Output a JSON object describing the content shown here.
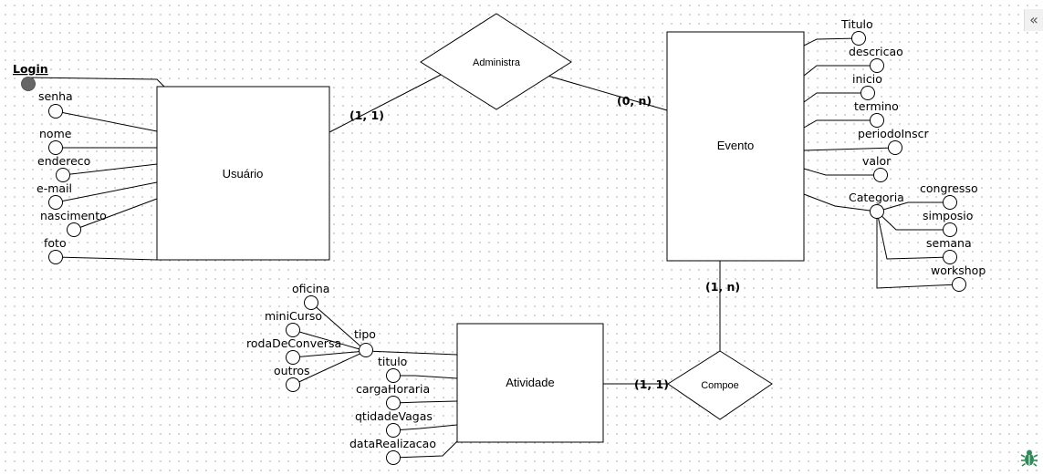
{
  "entities": {
    "usuario": "Usuário",
    "evento": "Evento",
    "atividade": "Atividade"
  },
  "relationships": {
    "administra": "Administra",
    "compoe": "Compoe"
  },
  "cardinalities": {
    "usuario_administra": "(1, 1)",
    "administra_evento": "(0, n)",
    "evento_compoe": "(1, n)",
    "atividade_compoe": "(1, 1)"
  },
  "usuario_attributes": {
    "login": "Login",
    "senha": "senha",
    "nome": "nome",
    "endereco": "endereco",
    "email": "e-mail",
    "nascimento": "nascimento",
    "foto": "foto"
  },
  "evento_attributes": {
    "titulo": "Titulo",
    "descricao": "descricao",
    "inicio": "inicio",
    "termino": "termino",
    "periodo_inscr": "periodoInscr",
    "valor": "valor",
    "categoria": "Categoria"
  },
  "categoria_values": {
    "congresso": "congresso",
    "simposio": "simposio",
    "semana": "semana",
    "workshop": "workshop"
  },
  "atividade_attributes": {
    "tipo": "tipo",
    "titulo": "titulo",
    "carga_horaria": "cargaHoraria",
    "qtidade_vagas": "qtidadeVagas",
    "data_realizacao": "dataRealizacao"
  },
  "tipo_values": {
    "oficina": "oficina",
    "mini_curso": "miniCurso",
    "roda_de_conversa": "rodaDeConversa",
    "outros": "outros"
  },
  "toolbar": {
    "collapse_glyph": "«"
  },
  "colors": {
    "key_attribute": "#666666",
    "bug_icon": "#2e8b57"
  }
}
